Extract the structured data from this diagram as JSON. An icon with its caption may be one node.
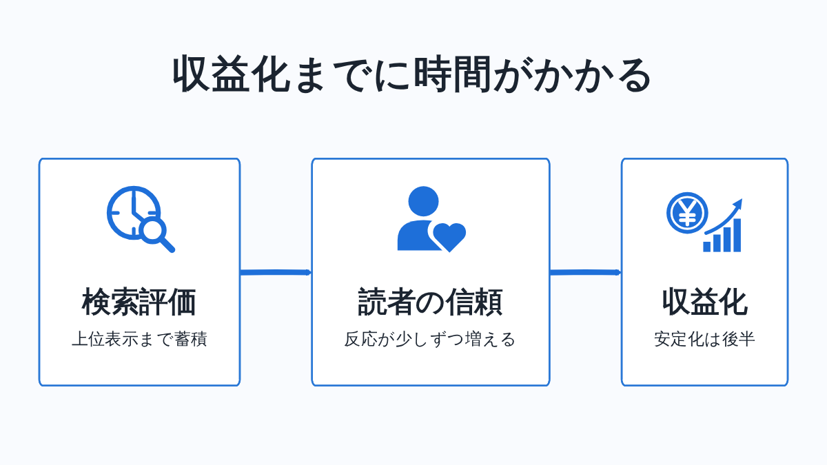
{
  "diagram": {
    "title": "収益化までに時間がかかる",
    "nodes": [
      {
        "text": [
          "検索評価",
          "上位表示まで蓄積"
        ]
      },
      {
        "text": [
          "読者の信頼",
          "反応が少しずつ増える"
        ]
      },
      {
        "text": [
          "収益化",
          "安定化は後半"
        ]
      }
    ],
    "edges": [
      {
        "from": 0,
        "to": 1,
        "arrow": "to"
      },
      {
        "from": 1,
        "to": 2,
        "arrow": "to"
      }
    ]
  }
}
